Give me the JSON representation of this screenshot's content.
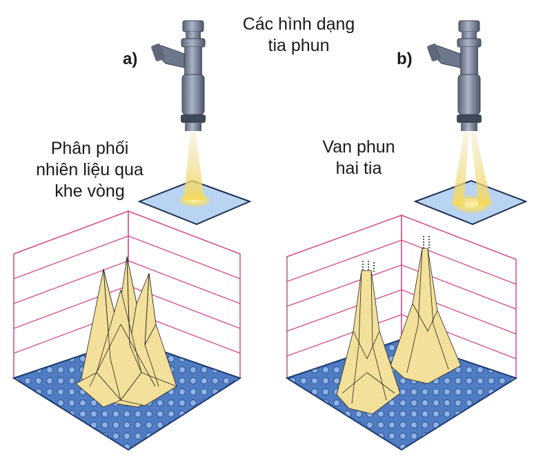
{
  "title": [
    "Các hình dạng",
    "tia phun"
  ],
  "panel_a": {
    "label": "a)",
    "caption": [
      "Phân phối",
      "nhiên liệu qua",
      "khe vòng"
    ]
  },
  "panel_b": {
    "label": "b)",
    "caption": [
      "Van phun",
      "hai tia"
    ]
  },
  "colors": {
    "grid_plate": "#5b86c9",
    "wall_lines": "#d04a8a",
    "spray": "#f3df7e",
    "injector_body": "#8a96aa"
  },
  "icons": [
    "fuel-injector-icon",
    "spray-plate-icon",
    "distribution-chart-icon"
  ]
}
